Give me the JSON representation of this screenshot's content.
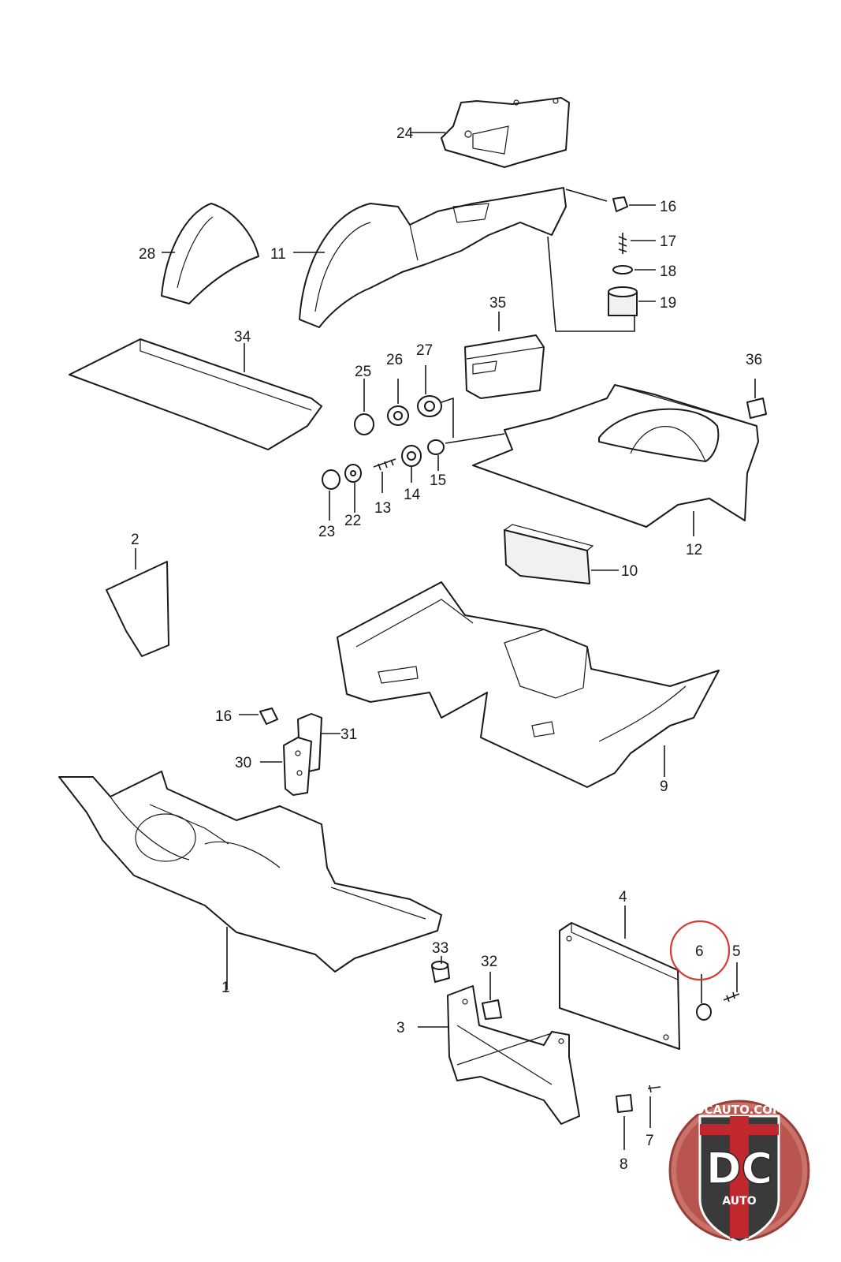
{
  "labels": {
    "p1": "1",
    "p2": "2",
    "p3": "3",
    "p4": "4",
    "p5": "5",
    "p6": "6",
    "p7": "7",
    "p8": "8",
    "p9": "9",
    "p10": "10",
    "p11": "11",
    "p12": "12",
    "p13": "13",
    "p14": "14",
    "p15": "15",
    "p16a": "16",
    "p16b": "16",
    "p17": "17",
    "p18": "18",
    "p19": "19",
    "p22": "22",
    "p23": "23",
    "p24": "24",
    "p25": "25",
    "p26": "26",
    "p27": "27",
    "p28": "28",
    "p30": "30",
    "p31": "31",
    "p32": "32",
    "p33": "33",
    "p34": "34",
    "p35": "35",
    "p36": "36"
  },
  "highlight": {
    "part": "6",
    "color": "#d43c3c"
  },
  "logo": {
    "top_text": "DCAUTO.COM",
    "mark": "DC",
    "bottom_text": "AUTO",
    "colors": {
      "ring": "#b9554f",
      "red": "#c0282d",
      "dark": "#3a3a3a"
    }
  }
}
